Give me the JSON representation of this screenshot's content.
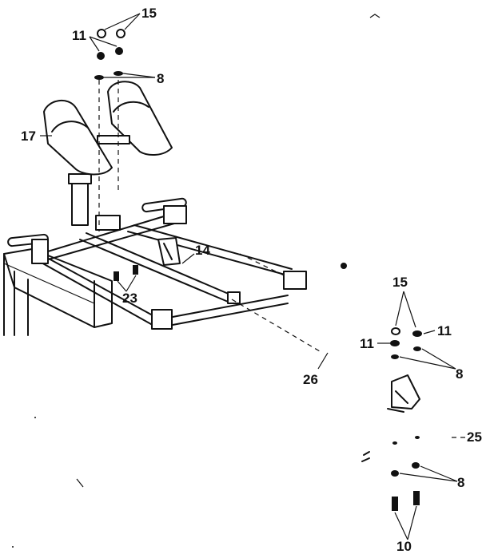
{
  "diagram": {
    "labels": {
      "part_15_top": "15",
      "part_11_top": "11",
      "part_8_top": "8",
      "part_17": "17",
      "part_14": "14",
      "part_23": "23",
      "part_15_right": "15",
      "part_11_right_a": "11",
      "part_11_right_b": "11",
      "part_8_right_a": "8",
      "part_26": "26",
      "part_25": "25",
      "part_8_right_b": "8",
      "part_10": "10"
    }
  }
}
